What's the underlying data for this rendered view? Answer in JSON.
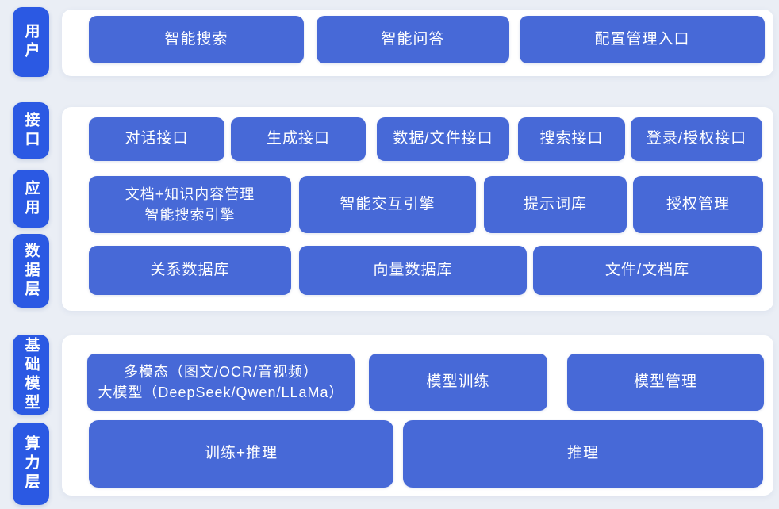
{
  "colors": {
    "background": "#eaeef5",
    "card": "#ffffff",
    "button": "#4769d7",
    "pill": "#2b59e3",
    "text": "#ffffff"
  },
  "sections": [
    {
      "name": "user",
      "pills": [
        {
          "text": "用户"
        }
      ],
      "rows": [
        {
          "cells": [
            {
              "text": "智能搜索"
            },
            {
              "text": "智能问答"
            },
            {
              "text": "配置管理入口"
            }
          ]
        }
      ]
    },
    {
      "name": "interface-application-data",
      "pills": [
        {
          "text": "接口"
        },
        {
          "text": "应用"
        },
        {
          "text": "数据层"
        }
      ],
      "rows": [
        {
          "cells": [
            {
              "text": "对话接口"
            },
            {
              "text": "生成接口"
            },
            {
              "text": "数据/文件接口"
            },
            {
              "text": "搜索接口"
            },
            {
              "text": "登录/授权接口"
            }
          ]
        },
        {
          "cells": [
            {
              "lines": [
                "文档+知识内容管理",
                "智能搜索引擎"
              ]
            },
            {
              "text": "智能交互引擎"
            },
            {
              "text": "提示词库"
            },
            {
              "text": "授权管理"
            }
          ]
        },
        {
          "cells": [
            {
              "text": "关系数据库"
            },
            {
              "text": "向量数据库"
            },
            {
              "text": "文件/文档库"
            }
          ]
        }
      ]
    },
    {
      "name": "foundation-model-compute",
      "pills": [
        {
          "text": "基础模型"
        },
        {
          "text": "算力层"
        }
      ],
      "rows": [
        {
          "cells": [
            {
              "lines": [
                "多模态（图文/OCR/音视频）",
                "大模型（DeepSeek/Qwen/LLaMa）"
              ]
            },
            {
              "text": "模型训练"
            },
            {
              "text": "模型管理"
            }
          ]
        },
        {
          "cells": [
            {
              "text": "训练+推理"
            },
            {
              "text": "推理"
            }
          ]
        }
      ]
    }
  ]
}
